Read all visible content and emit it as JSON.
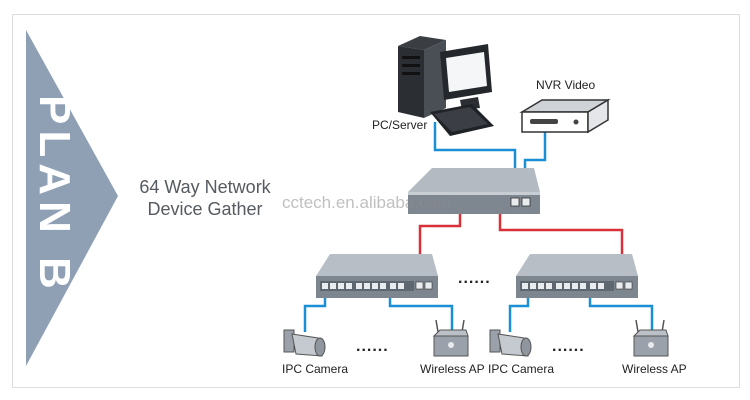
{
  "banner": {
    "text": "PLAN B",
    "color": "#8fa0b5"
  },
  "caption": {
    "line1": "64 Way Network",
    "line2": "Device Gather"
  },
  "labels": {
    "pc_server": "PC/Server",
    "nvr_video": "NVR Video",
    "ipc_camera_1": "IPC Camera",
    "wireless_ap_1": "Wireless AP",
    "ipc_camera_2": "IPC Camera",
    "wireless_ap_2": "Wireless AP"
  },
  "ellipsis": {
    "switches": "......",
    "devices_1": "......",
    "devices_2": "......"
  },
  "watermark": "cctech.en.alibaba.com",
  "colors": {
    "uplink": "#d9313a",
    "downlink": "#1a8fd6",
    "device": "#9aa1aa"
  }
}
